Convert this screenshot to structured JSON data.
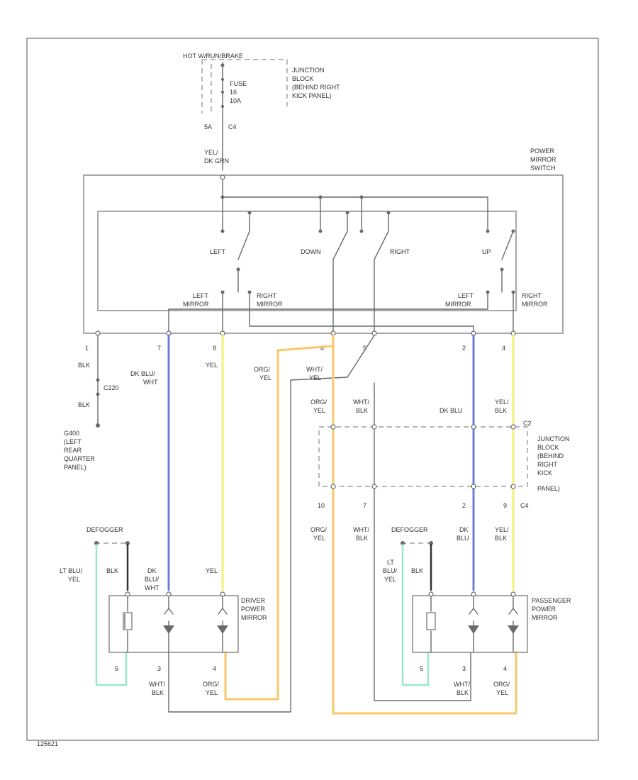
{
  "colors": {
    "wire_plain": "#6a6a6a",
    "wire_dk_blu": "#6f7fd8",
    "wire_yel": "#f2f27a",
    "wire_org": "#f6c96a",
    "wire_lt_blu": "#9de8c8",
    "wire_blk": "#333333"
  },
  "top": {
    "power_label": "HOT W/RUN/BRAKE",
    "fuse_label_1": "FUSE",
    "fuse_label_2": "16",
    "fuse_label_3": "10A",
    "pin_left": "5A",
    "pin_right": "C4",
    "wire_label_1": "YEL/",
    "wire_label_2": "DK GRN",
    "junction_1": "JUNCTION",
    "junction_2": "BLOCK",
    "junction_3": "(BEHIND RIGHT",
    "junction_4": "KICK PANEL)"
  },
  "switch": {
    "title_1": "POWER",
    "title_2": "MIRROR",
    "title_3": "SWITCH",
    "left": "LEFT",
    "down": "DOWN",
    "right": "RIGHT",
    "up": "UP",
    "left_mirror_1a": "LEFT",
    "left_mirror_1b": "MIRROR",
    "right_mirror_1a": "RIGHT",
    "right_mirror_1b": "MIRROR",
    "left_mirror_2a": "LEFT",
    "left_mirror_2b": "MIRROR",
    "right_mirror_2a": "RIGHT",
    "right_mirror_2b": "MIRROR",
    "pins": [
      "1",
      "7",
      "8",
      "6",
      "5",
      "2",
      "4"
    ]
  },
  "ground": {
    "wire_1": "BLK",
    "conn": "C220",
    "wire_2": "BLK",
    "loc_1": "G400",
    "loc_2": "(LEFT",
    "loc_3": "REAR",
    "loc_4": "QUARTER",
    "loc_5": "PANEL)"
  },
  "wires": {
    "dkblu_wht_1": "DK BLU/",
    "dkblu_wht_2": "WHT",
    "yel": "YEL",
    "org_yel_1": "ORG/",
    "org_yel_2": "YEL",
    "wht_yel_1": "WHT/",
    "wht_yel_2": "YEL"
  },
  "junction2": {
    "w1a": "ORG/",
    "w1b": "YEL",
    "w2a": "WHT/",
    "w2b": "BLK",
    "w3a": "DK BLU",
    "w4a": "YEL/",
    "w4b": "BLK",
    "conn": "C2",
    "t1": "JUNCTION",
    "t2": "BLOCK",
    "t3": "(BEHIND",
    "t4": "RIGHT",
    "t5": "KICK",
    "t6": "PANEL)",
    "pin_10": "10",
    "pin_7": "7",
    "pin_2": "2",
    "pin_9": "9",
    "conn_b": "C4",
    "b1a": "ORG/",
    "b1b": "YEL",
    "b2a": "WHT/",
    "b2b": "BLK",
    "b3a": "DK",
    "b3b": "BLU",
    "b4a": "YEL/",
    "b4b": "BLK"
  },
  "driver": {
    "defogger": "DEFOGGER",
    "ltblu_1": "LT BLU/",
    "ltblu_2": "YEL",
    "blk": "BLK",
    "dkblu_1": "DK",
    "dkblu_2": "BLU/",
    "dkblu_3": "WHT",
    "yel": "YEL",
    "title_1": "DRIVER",
    "title_2": "POWER",
    "title_3": "MIRROR",
    "pin_5": "5",
    "pin_3": "3",
    "pin_4": "4",
    "b_wht_1": "WHT/",
    "b_wht_2": "BLK",
    "b_org_1": "ORG/",
    "b_org_2": "YEL"
  },
  "passenger": {
    "defogger": "DEFOGGER",
    "ltblu_1": "LT",
    "ltblu_2": "BLU/",
    "ltblu_3": "YEL",
    "blk": "BLK",
    "title_1": "PASSENGER",
    "title_2": "POWER",
    "title_3": "MIRROR",
    "pin_5": "5",
    "pin_3": "3",
    "pin_4": "4",
    "b_wht_1": "WHT/",
    "b_wht_2": "BLK",
    "b_org_1": "ORG/",
    "b_org_2": "YEL"
  },
  "footer": {
    "code": "125621"
  }
}
